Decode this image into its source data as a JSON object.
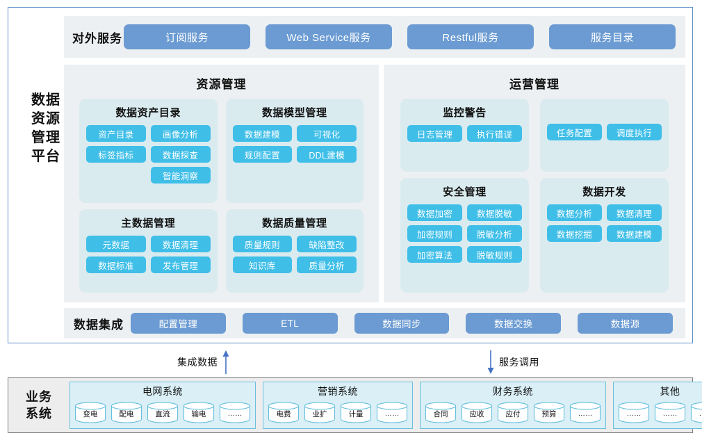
{
  "platform": {
    "title_lines": [
      "数据",
      "资源",
      "管理",
      "平台"
    ],
    "external_services": {
      "label": "对外服务",
      "buttons": [
        {
          "label": "订阅服务"
        },
        {
          "label": "Web Service服务"
        },
        {
          "label": "Restful服务"
        },
        {
          "label": "服务目录"
        }
      ]
    },
    "panels": [
      {
        "heading": "资源管理",
        "cards": [
          {
            "title": "数据资产目录",
            "chips": [
              "资产目录",
              "画像分析",
              "标签指标",
              "数据探查",
              "",
              "智能洞察"
            ]
          },
          {
            "title": "数据模型管理",
            "chips": [
              "数据建模",
              "可视化",
              "规则配置",
              "DDL建模"
            ]
          },
          {
            "title": "主数据管理",
            "chips": [
              "元数据",
              "数据清理",
              "数据标准",
              "发布管理"
            ]
          },
          {
            "title": "数据质量管理",
            "chips": [
              "质量规则",
              "缺陷整改",
              "知识库",
              "质量分析"
            ]
          }
        ]
      },
      {
        "heading": "运营管理",
        "cards": [
          {
            "title": "监控警告",
            "chips": [
              "日志管理",
              "执行错误"
            ]
          },
          {
            "title": "",
            "chips": [
              "任务配置",
              "调度执行"
            ]
          },
          {
            "title": "安全管理",
            "chips": [
              "数据加密",
              "数据脱敏",
              "加密规则",
              "脱敏分析",
              "加密算法",
              "脱敏规则"
            ]
          },
          {
            "title": "数据开发",
            "chips": [
              "数据分析",
              "数据清理",
              "数据挖掘",
              "数据建模"
            ]
          }
        ]
      }
    ],
    "integration": {
      "label": "数据集成",
      "buttons": [
        {
          "label": "配置管理"
        },
        {
          "label": "ETL"
        },
        {
          "label": "数据同步"
        },
        {
          "label": "数据交换"
        },
        {
          "label": "数据源"
        }
      ]
    }
  },
  "flows": [
    {
      "label": "集成数据",
      "direction": "up"
    },
    {
      "label": "服务调用",
      "direction": "down"
    }
  ],
  "business": {
    "title_lines": [
      "业务",
      "系统"
    ],
    "groups": [
      {
        "title": "电网系统",
        "items": [
          "变电",
          "配电",
          "直流",
          "输电",
          "……"
        ]
      },
      {
        "title": "营销系统",
        "items": [
          "电费",
          "业扩",
          "计量",
          "……"
        ]
      },
      {
        "title": "财务系统",
        "items": [
          "合同",
          "应收",
          "应付",
          "预算",
          "……"
        ]
      },
      {
        "title": "其他",
        "items": [
          "……",
          "……",
          "……"
        ]
      }
    ]
  },
  "colors": {
    "panel_border": "#5B8FC7",
    "gray_band": "#EDF0F2",
    "service_button": "#6B9BD2",
    "chip": "#3FBEE8",
    "sub_card": "#DAEBF0",
    "biz_border": "#68C0DD",
    "biz_fill": "#DAEFF6",
    "arrow": "#4472C4"
  }
}
